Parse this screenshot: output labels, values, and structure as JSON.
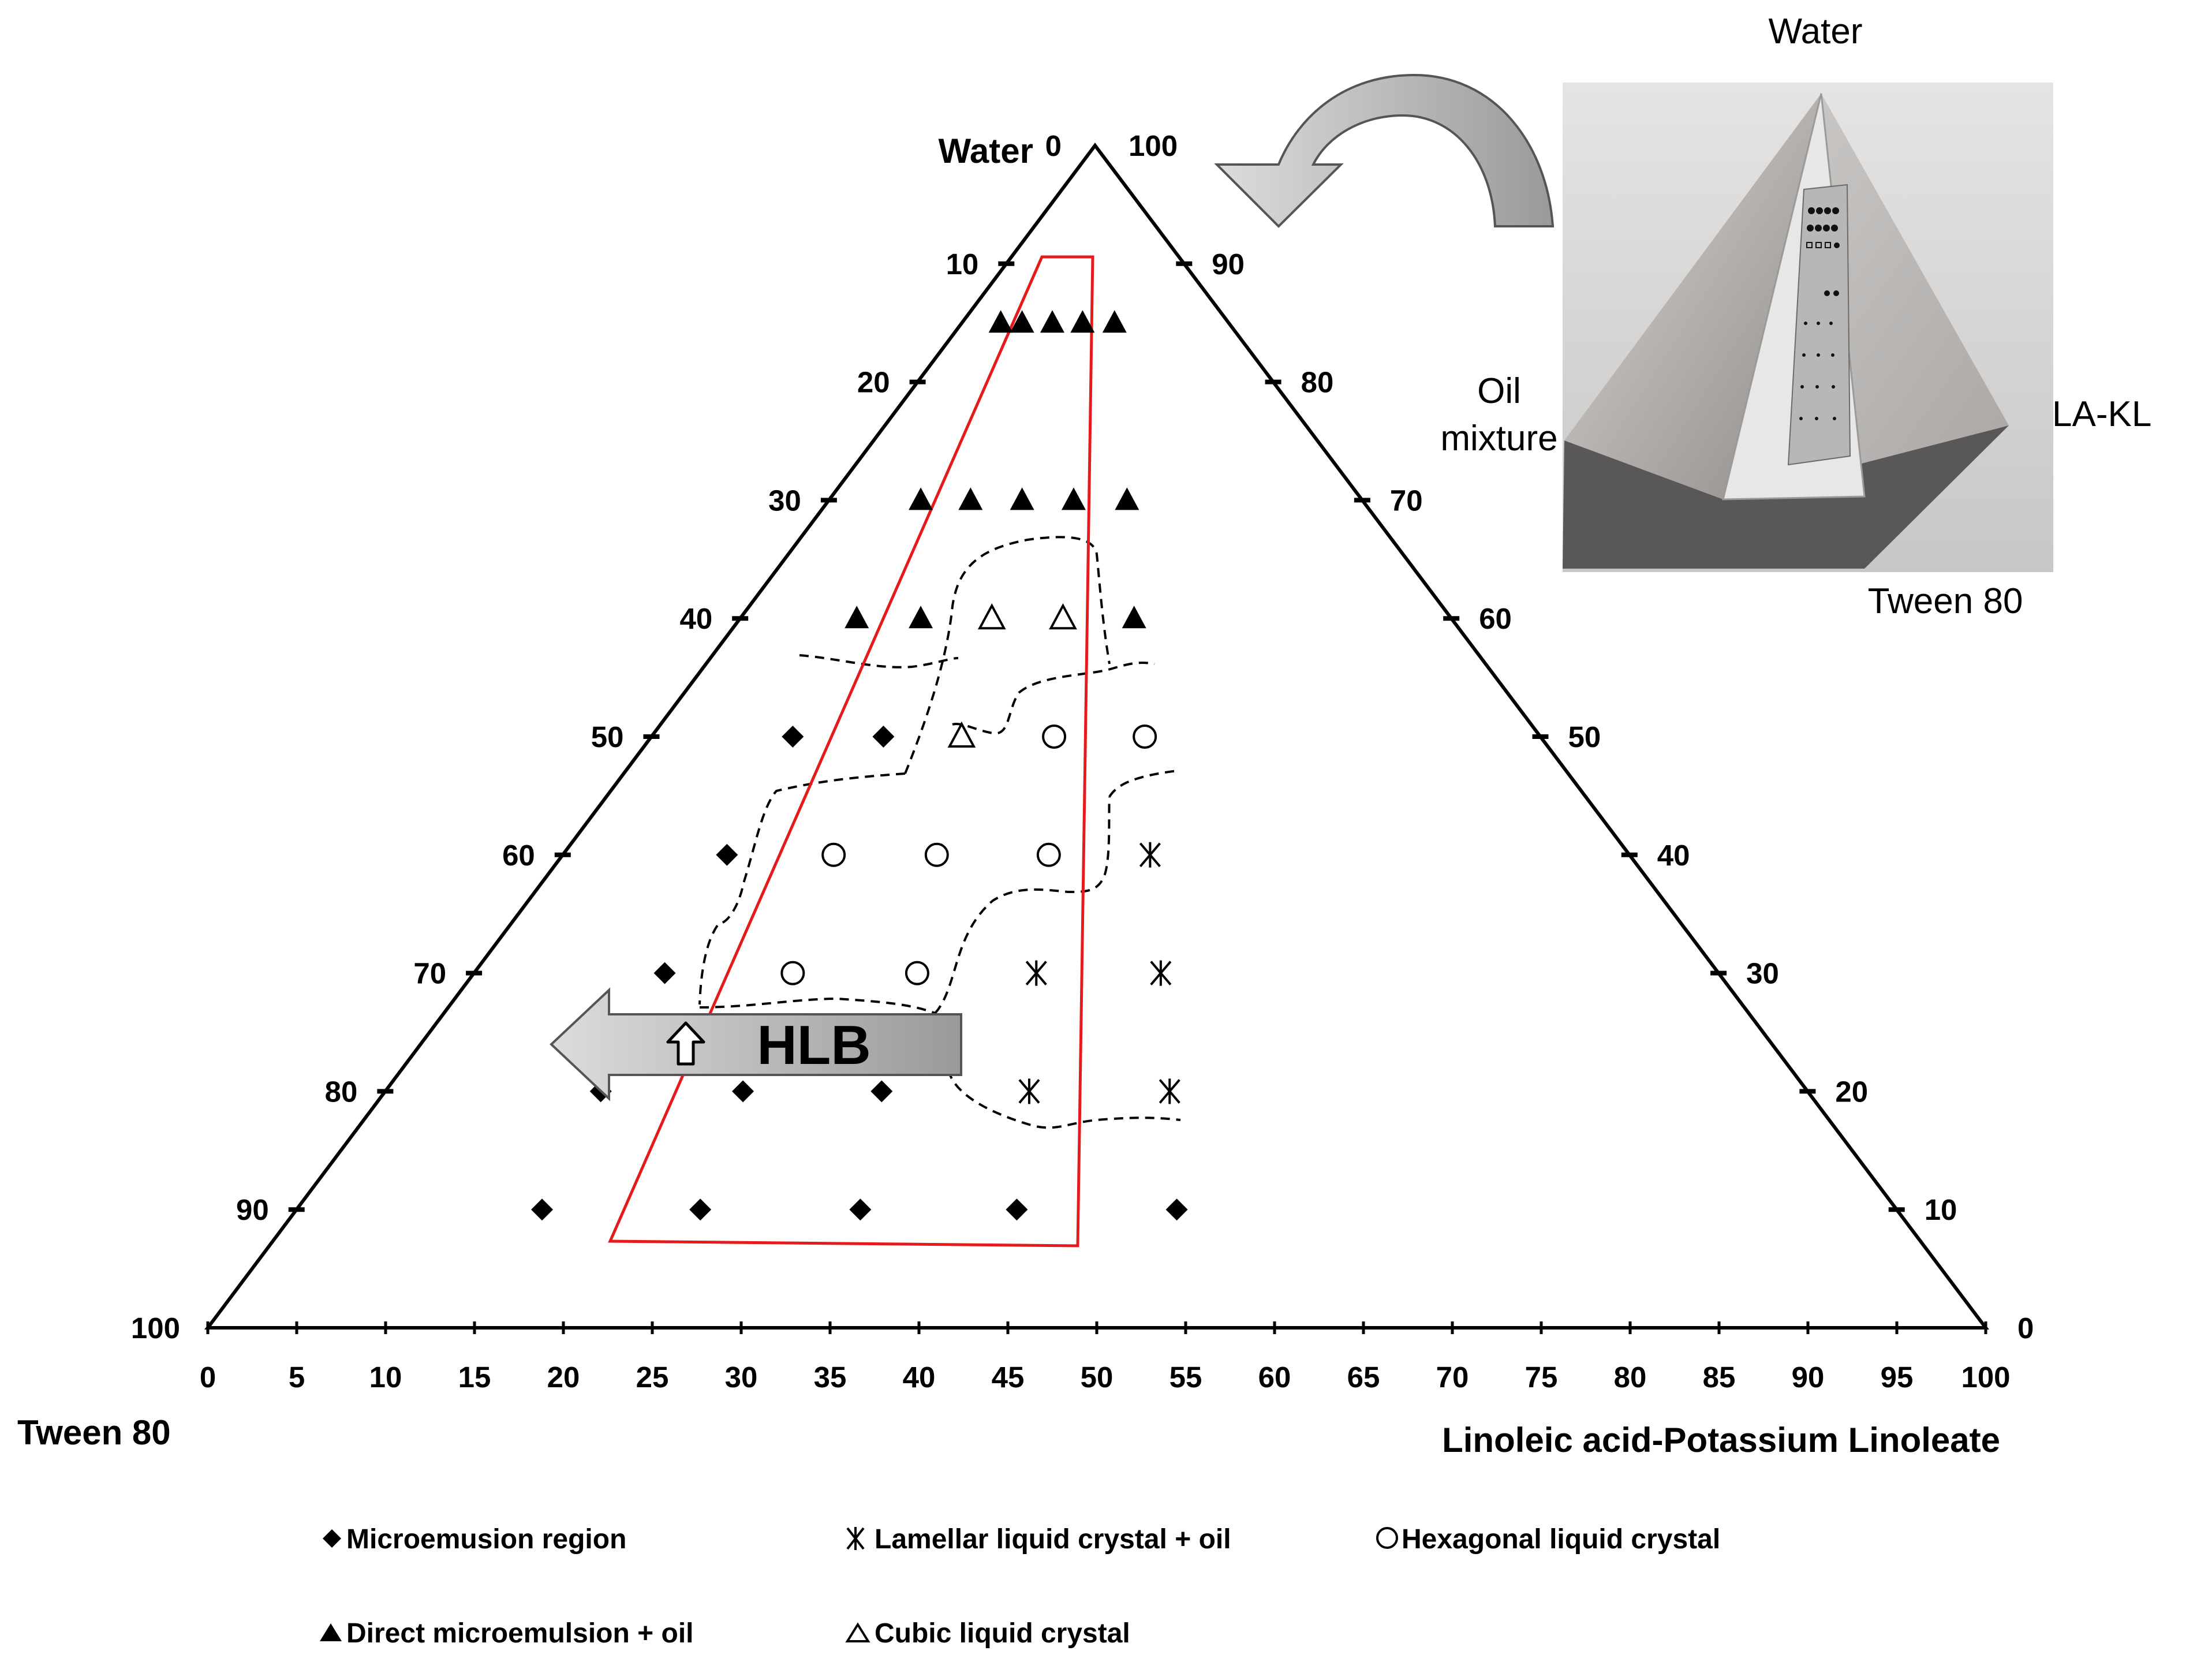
{
  "chart_data": {
    "type": "scatter",
    "subtype": "ternary phase diagram",
    "vertices": {
      "top": "Water",
      "left": "Tween 80",
      "right": "Linoleic acid-Potassium Linoleate"
    },
    "bottom_axis_ticks": [
      "0",
      "5",
      "10",
      "15",
      "20",
      "25",
      "30",
      "35",
      "40",
      "45",
      "50",
      "55",
      "60",
      "65",
      "70",
      "75",
      "80",
      "85",
      "90",
      "95",
      "100"
    ],
    "left_axis_ticks": [
      "0",
      "10",
      "20",
      "30",
      "40",
      "50",
      "60",
      "70",
      "80",
      "90",
      "100"
    ],
    "right_axis_ticks": [
      "100",
      "90",
      "80",
      "70",
      "60",
      "50",
      "40",
      "30",
      "20",
      "10",
      "0"
    ],
    "grid": false,
    "legend_position": "bottom",
    "series": [
      {
        "name": "Microemusion region",
        "marker": "diamond",
        "points": [
          {
            "water": 50,
            "x": 32.9
          },
          {
            "water": 50,
            "x": 38.0
          },
          {
            "water": 60,
            "x": 29.2
          },
          {
            "water": 70,
            "x": 25.7
          },
          {
            "water": 80,
            "x": 22.1
          },
          {
            "water": 80,
            "x": 30.1
          },
          {
            "water": 80,
            "x": 37.9
          },
          {
            "water": 90,
            "x": 18.8
          },
          {
            "water": 90,
            "x": 27.7
          },
          {
            "water": 90,
            "x": 36.7
          },
          {
            "water": 90,
            "x": 45.5
          },
          {
            "water": 90,
            "x": 54.5
          }
        ]
      },
      {
        "name": "Lamellar liquid crystal + oil",
        "marker": "asterisk",
        "points": [
          {
            "water": 60,
            "x": 53.0
          },
          {
            "water": 70,
            "x": 46.6
          },
          {
            "water": 70,
            "x": 53.6
          },
          {
            "water": 80,
            "x": 46.2
          },
          {
            "water": 80,
            "x": 54.1
          }
        ]
      },
      {
        "name": "Hexagonal liquid crystal",
        "marker": "circle",
        "points": [
          {
            "water": 50,
            "x": 47.6
          },
          {
            "water": 50,
            "x": 52.7
          },
          {
            "water": 60,
            "x": 35.2
          },
          {
            "water": 60,
            "x": 41.0
          },
          {
            "water": 60,
            "x": 47.3
          },
          {
            "water": 70,
            "x": 32.9
          },
          {
            "water": 70,
            "x": 39.9
          }
        ]
      },
      {
        "name": "Direct microemulsion + oil",
        "marker": "triangle",
        "points": [
          {
            "water": 15,
            "x": 44.6
          },
          {
            "water": 15,
            "x": 45.8
          },
          {
            "water": 15,
            "x": 47.5
          },
          {
            "water": 15,
            "x": 49.2
          },
          {
            "water": 15,
            "x": 51.0
          },
          {
            "water": 30,
            "x": 40.1
          },
          {
            "water": 30,
            "x": 42.9
          },
          {
            "water": 30,
            "x": 45.8
          },
          {
            "water": 30,
            "x": 48.7
          },
          {
            "water": 30,
            "x": 51.7
          },
          {
            "water": 40,
            "x": 36.5
          },
          {
            "water": 40,
            "x": 40.1
          },
          {
            "water": 40,
            "x": 52.1
          }
        ]
      },
      {
        "name": "Cubic liquid crystal",
        "marker": "triangle-open",
        "points": [
          {
            "water": 40,
            "x": 44.1
          },
          {
            "water": 40,
            "x": 48.1
          },
          {
            "water": 50,
            "x": 42.4
          }
        ]
      }
    ],
    "annotations": {
      "hlb_arrow": "HLB",
      "photo_labels": {
        "top": "Water",
        "left_line1": "Oil",
        "left_line2": "mixture",
        "right": "LA-KL",
        "bottom": "Tween 80"
      }
    }
  }
}
